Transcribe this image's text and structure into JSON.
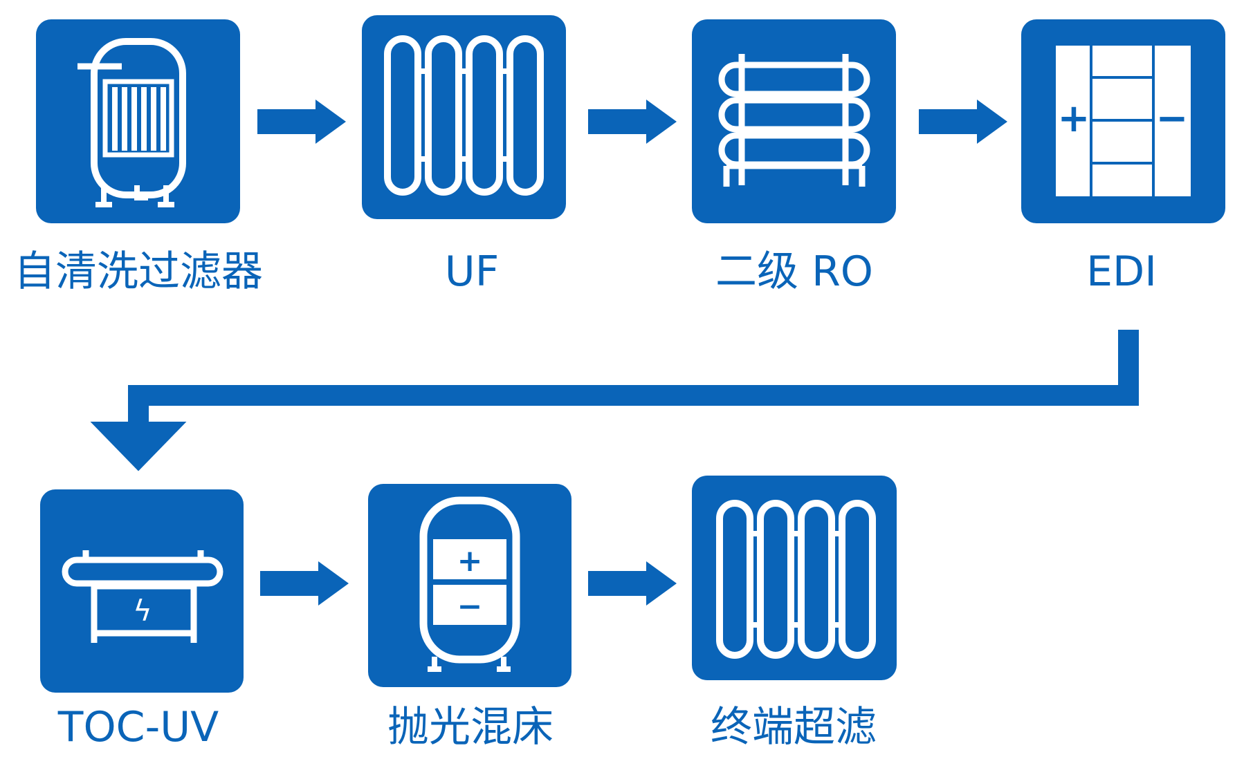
{
  "colors": {
    "tile": "#0a64b8",
    "icon": "#ffffff",
    "background": "#ffffff"
  },
  "steps": [
    {
      "label": "自清洗过滤器",
      "icon": "self-cleaning-filter-tank-icon"
    },
    {
      "label": "UF",
      "icon": "uf-membrane-icon"
    },
    {
      "label": "二级 RO",
      "icon": "ro-membrane-rack-icon"
    },
    {
      "label": "EDI",
      "icon": "edi-module-icon"
    },
    {
      "label": "TOC-UV",
      "icon": "uv-reactor-icon"
    },
    {
      "label": "抛光混床",
      "icon": "mixed-bed-tank-icon"
    },
    {
      "label": "终端超滤",
      "icon": "terminal-uf-membrane-icon"
    }
  ],
  "edi_signs": {
    "plus": "+",
    "minus": "−"
  },
  "mixed_bed_signs": {
    "plus": "+",
    "minus": "−"
  },
  "uv_symbol": "ϟ"
}
